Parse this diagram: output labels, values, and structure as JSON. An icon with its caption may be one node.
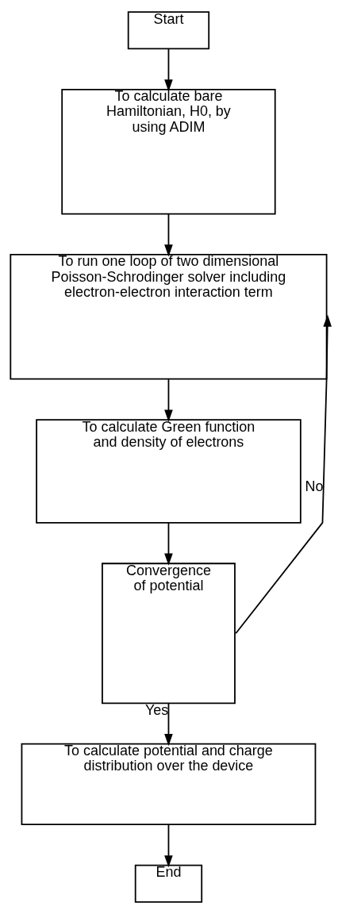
{
  "diagram": {
    "nodes": [
      {
        "text": [
          "Start"
        ]
      },
      {
        "text": [
          "To calculate bare Hamiltonian, H0, by using ADIM"
        ]
      },
      {
        "text": [
          "To run one loop of two dimensional Poisson-Schrodinger solver including electron-electron interaction term"
        ]
      },
      {
        "text": [
          "To calculate Green function and density of electrons"
        ]
      },
      {
        "text": [
          "Convergence of potential"
        ]
      },
      {
        "text": [
          "To calculate potential and charge distribution over the device"
        ]
      },
      {
        "text": [
          "End"
        ]
      }
    ],
    "edges": [
      {
        "from": 0,
        "to": 1,
        "arrow": "to"
      },
      {
        "from": 1,
        "to": 2,
        "arrow": "to"
      },
      {
        "from": 2,
        "to": 3,
        "arrow": "to"
      },
      {
        "from": 3,
        "to": 4,
        "arrow": "to"
      },
      {
        "from": 4,
        "to": 2,
        "arrow": "to",
        "label": "No"
      },
      {
        "from": 4,
        "to": 5,
        "arrow": "to",
        "label": "Yes"
      },
      {
        "from": 5,
        "to": 6,
        "arrow": "to"
      }
    ]
  }
}
